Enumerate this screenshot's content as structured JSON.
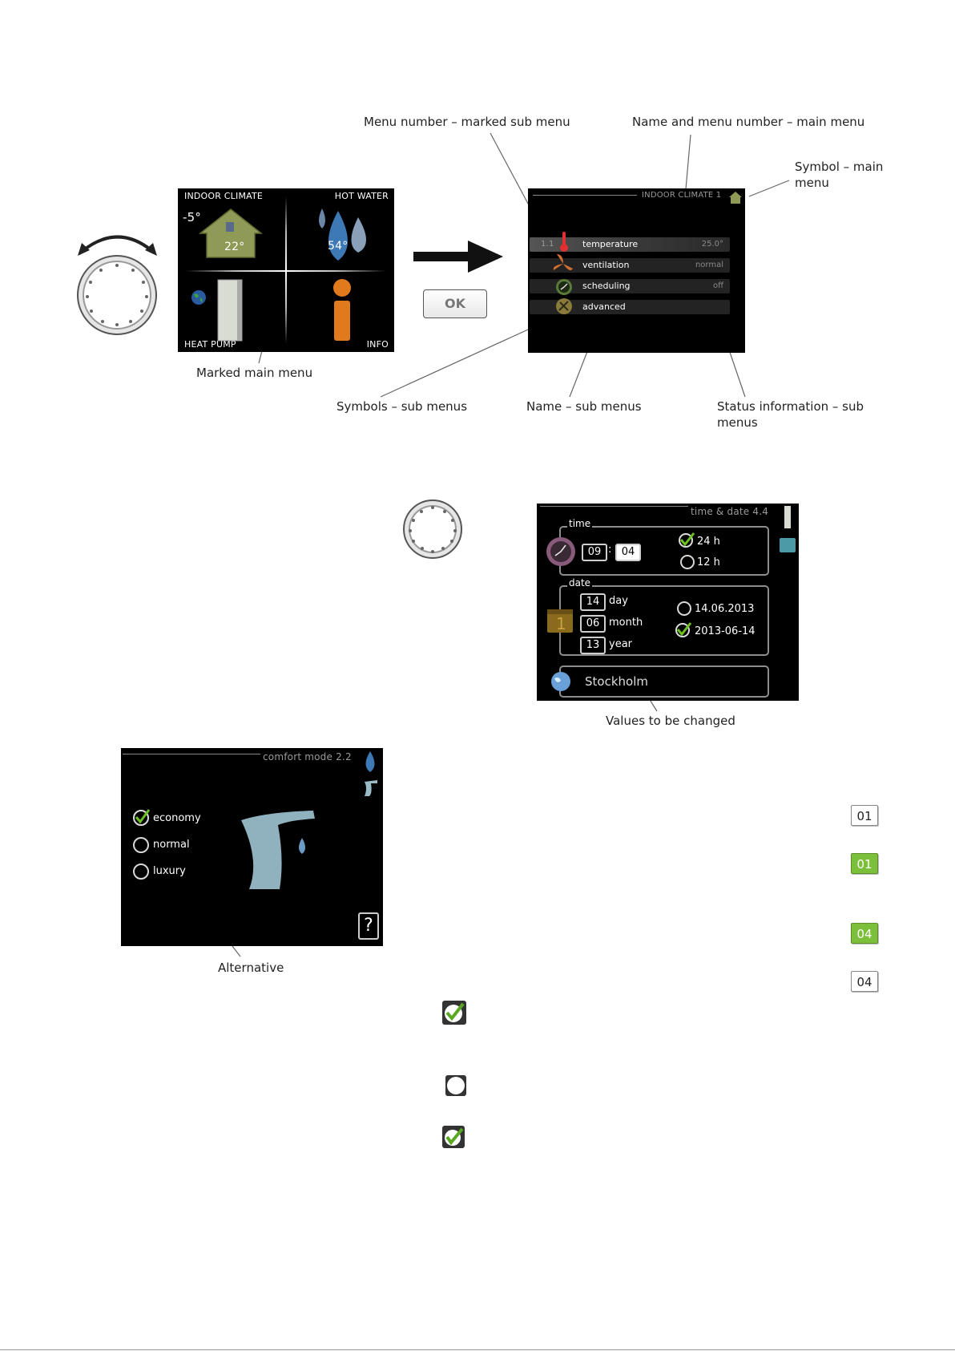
{
  "fig1": {
    "callouts": {
      "menu_number_sub": "Menu number – marked sub menu",
      "name_number_main": "Name and menu number – main menu",
      "symbol_main": "Symbol – main menu",
      "marked_main": "Marked main menu",
      "symbols_sub": "Symbols – sub menus",
      "name_sub": "Name – sub menus",
      "status_sub": "Status information – sub menus"
    },
    "main_screen": {
      "tl": "INDOOR CLIMATE",
      "tr": "HOT WATER",
      "bl": "HEAT PUMP",
      "br": "INFO",
      "outdoor_temp": "-5°",
      "indoor_temp": "22°",
      "water_temp": "54°"
    },
    "ok_label": "OK",
    "sub_screen": {
      "title": "INDOOR CLIMATE 1",
      "menu_number": "1.1",
      "items": [
        {
          "label": "temperature",
          "value": "25.0°",
          "icon": "thermometer-icon"
        },
        {
          "label": "ventilation",
          "value": "normal",
          "icon": "fan-icon"
        },
        {
          "label": "scheduling",
          "value": "off",
          "icon": "clock-icon"
        },
        {
          "label": "advanced",
          "value": "",
          "icon": "tools-icon"
        }
      ]
    }
  },
  "fig2": {
    "title": "time & date 4.4",
    "time_label": "time",
    "hour": "09",
    "colon": ":",
    "minute": "04",
    "fmt24": "24 h",
    "fmt12": "12 h",
    "date_label": "date",
    "day": "14",
    "day_label": "day",
    "month": "06",
    "month_label": "month",
    "year": "13",
    "year_label": "year",
    "date_fmt1": "14.06.2013",
    "date_fmt2": "2013-06-14",
    "city": "Stockholm",
    "caption": "Values to be changed"
  },
  "fig3": {
    "title": "comfort mode 2.2",
    "options": [
      "economy",
      "normal",
      "luxury"
    ],
    "help": "?",
    "caption": "Alternative"
  },
  "value_boxes": [
    "01",
    "01",
    "04",
    "04"
  ]
}
